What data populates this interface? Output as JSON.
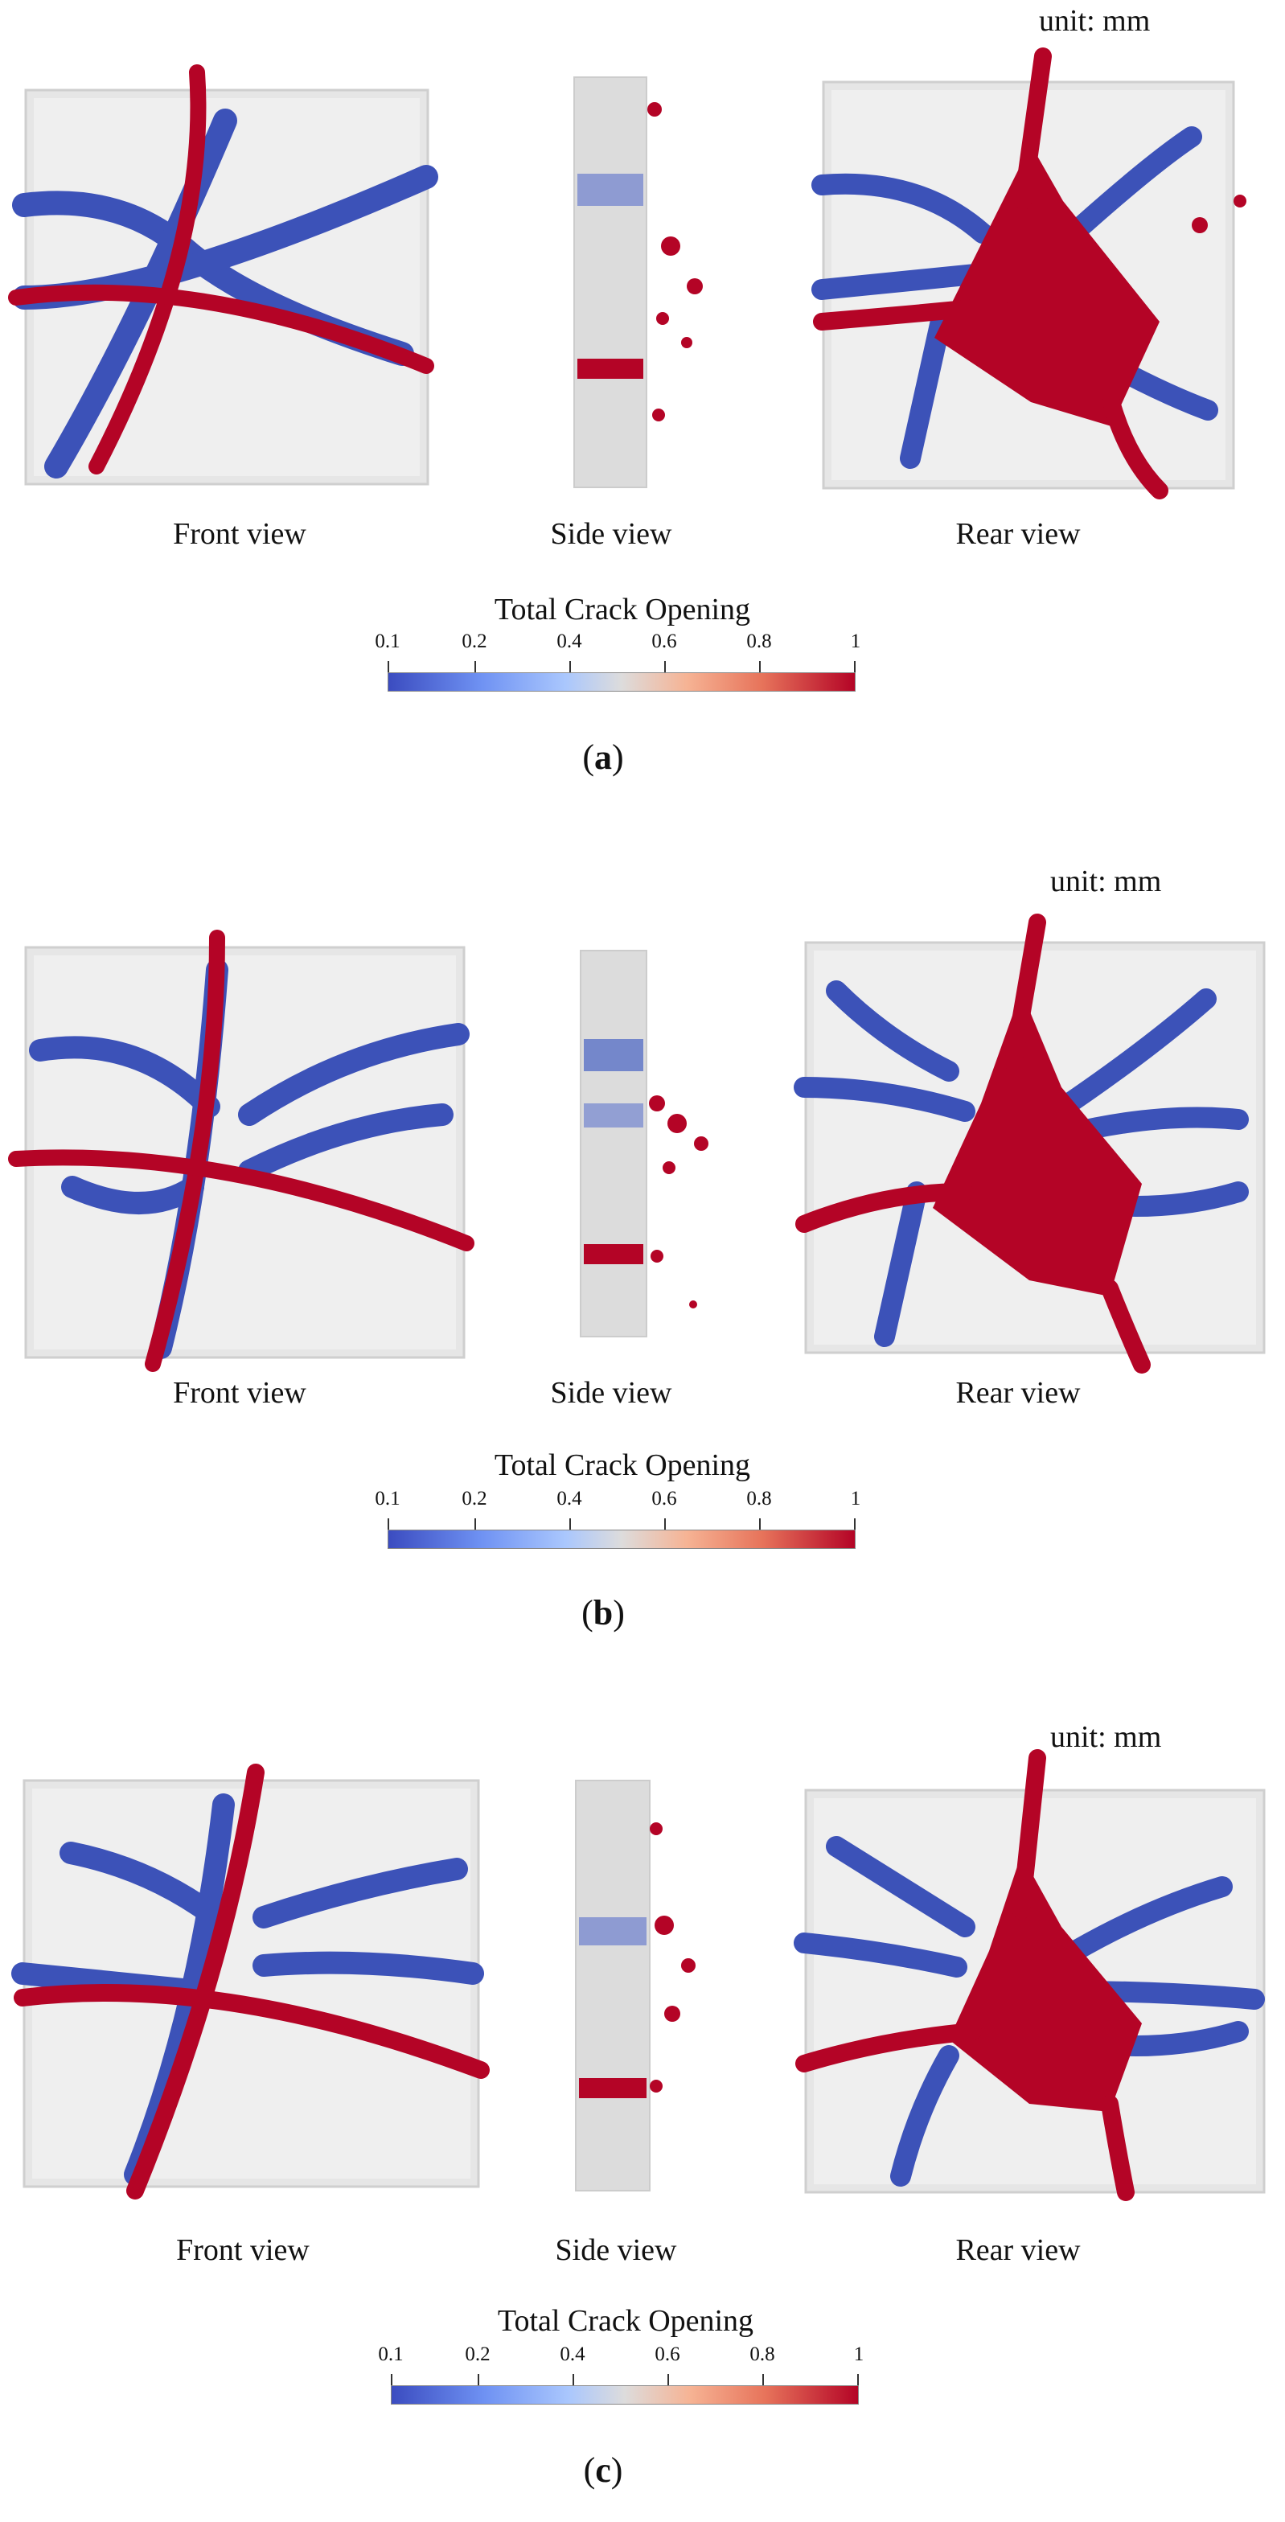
{
  "panels": [
    {
      "caption_letter": "a",
      "unit": "unit: mm",
      "views": [
        "Front view",
        "Side view",
        "Rear view"
      ],
      "colorbar": {
        "title": "Total Crack Opening",
        "ticks": [
          "0.1",
          "0.2",
          "0.4",
          "0.6",
          "0.8",
          "1"
        ]
      }
    },
    {
      "caption_letter": "b",
      "unit": "unit: mm",
      "views": [
        "Front view",
        "Side view",
        "Rear view"
      ],
      "colorbar": {
        "title": "Total Crack Opening",
        "ticks": [
          "0.1",
          "0.2",
          "0.4",
          "0.6",
          "0.8",
          "1"
        ]
      }
    },
    {
      "caption_letter": "c",
      "unit": "unit: mm",
      "views": [
        "Front view",
        "Side view",
        "Rear view"
      ],
      "colorbar": {
        "title": "Total Crack Opening",
        "ticks": [
          "0.1",
          "0.2",
          "0.4",
          "0.6",
          "0.8",
          "1"
        ]
      }
    }
  ],
  "colors": {
    "low": "#3b4cc0",
    "high": "#b40426",
    "specimen": "#e4e4e4"
  }
}
